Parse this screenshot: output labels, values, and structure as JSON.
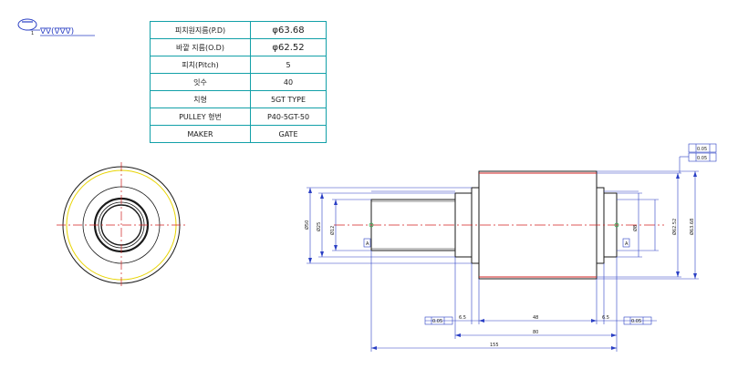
{
  "roughness": {
    "marker": "∇∇(∇∇∇)",
    "note": "1"
  },
  "spec_table": [
    {
      "key": "피치원지름(P.D)",
      "value": "φ63.68",
      "emphasis": true
    },
    {
      "key": "바깥 지름(O.D)",
      "value": "φ62.52",
      "emphasis": true
    },
    {
      "key": "피치(Pitch)",
      "value": "5",
      "emphasis": false
    },
    {
      "key": "잇수",
      "value": "40",
      "emphasis": false
    },
    {
      "key": "치형",
      "value": "5GT TYPE",
      "emphasis": false
    },
    {
      "key": "PULLEY 형번",
      "value": "P40-5GT-50",
      "emphasis": false
    },
    {
      "key": "MAKER",
      "value": "GATE",
      "emphasis": false
    }
  ],
  "colors": {
    "outline": "#1a1a1a",
    "dimension": "#2a3fc4",
    "center_line": "#d12020",
    "teeth": "#e8d400",
    "table_border": "#12a0a8"
  },
  "dimensions": {
    "overall_length": "155",
    "length_to_face": "80",
    "pulley_width": "48",
    "left_shoulder": "6.5",
    "right_shoulder": "6.5",
    "shaft_dia_left": "Ø25",
    "small_dia": "Ø12",
    "outer_dia": "Ø50",
    "right_dia_1": "Ø62.52",
    "right_dia_2": "Ø63.68",
    "right_dia_3": "Ø8"
  },
  "datums": {
    "left": "A",
    "right": "A",
    "runout_left": "0.05",
    "runout_right": "0.05",
    "tol_top": "0.05",
    "tol_bottom": "0.05"
  }
}
